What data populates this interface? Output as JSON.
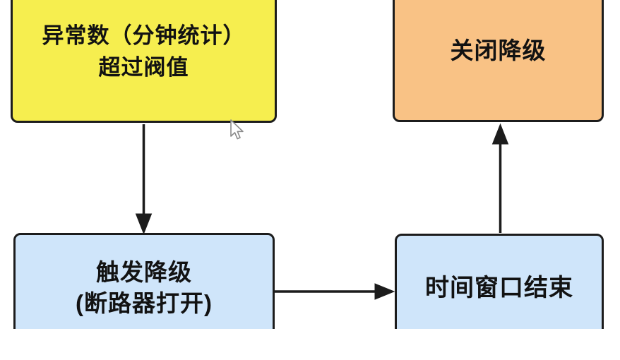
{
  "diagram": {
    "title": "circuit-breaker-degrade-flow",
    "colors": {
      "background": "#ffffff",
      "border": "#1c1c1c",
      "text": "#121212",
      "node_exception_fill": "#f6ee4f",
      "node_close_fill": "#f9c285",
      "node_trigger_fill": "#cfe5fa",
      "node_window_fill": "#cfe5fa",
      "arrow": "#1c1c1c"
    },
    "nodes": {
      "exception_threshold": {
        "line1": "异常数（分钟统计）",
        "line2": "超过阀值"
      },
      "close_degrade": {
        "label": "关闭降级"
      },
      "trigger_degrade": {
        "line1": "触发降级",
        "line2": "(断路器打开)"
      },
      "time_window_end": {
        "label": "时间窗口结束"
      }
    },
    "edges": [
      {
        "from": "exception_threshold",
        "to": "trigger_degrade",
        "direction": "down"
      },
      {
        "from": "trigger_degrade",
        "to": "time_window_end",
        "direction": "right"
      },
      {
        "from": "time_window_end",
        "to": "close_degrade",
        "direction": "up"
      }
    ]
  },
  "cursor": {
    "type": "arrow-pointer"
  }
}
